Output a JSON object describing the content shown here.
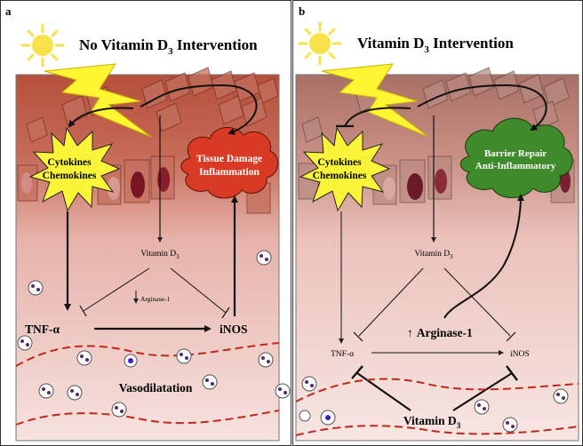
{
  "panel_a": {
    "letter": "a",
    "title_main": "No Vitamin D",
    "title_sub": "3",
    "title_tail": " Intervention",
    "cytokines_line1": "Cytokines",
    "cytokines_line2": "Chemokines",
    "damage_line1": "Tissue  Damage",
    "damage_line2": "Inflammation",
    "vitd_main": "Vitamin D",
    "vitd_sub": "3",
    "arginase_arrow": "↓",
    "arginase_text": "Arginase-1",
    "tnf": "TNF-α",
    "inos": "iNOS",
    "vasodilatation": "Vasodilatation"
  },
  "panel_b": {
    "letter": "b",
    "title_main": "Vitamin D",
    "title_sub": "3",
    "title_tail": " Intervention",
    "cytokines_line1": "Cytokines",
    "cytokines_line2": "Chemokines",
    "repair_line1": "Barrier Repair",
    "repair_line2": "Anti-Inflammatory",
    "vitd_main": "Vitamin D",
    "vitd_sub": "3",
    "arginase_arrow": "↑",
    "arginase_text": "Arginase-1",
    "tnf": "TNF-α",
    "inos": "iNOS",
    "vitd_bottom_main": "Vitamin D",
    "vitd_bottom_sub": "3"
  },
  "colors": {
    "tissue_top": "#b5503c",
    "tissue_mid": "#e7b3aa",
    "tissue_bottom": "#f6e2df",
    "sun": "#f7e24a",
    "lightning": "#fff533",
    "burst": "#fbf53a",
    "damage_cloud": "#d83a24",
    "repair_cloud": "#3f8a2a",
    "vessel_dash": "#c0281c"
  }
}
